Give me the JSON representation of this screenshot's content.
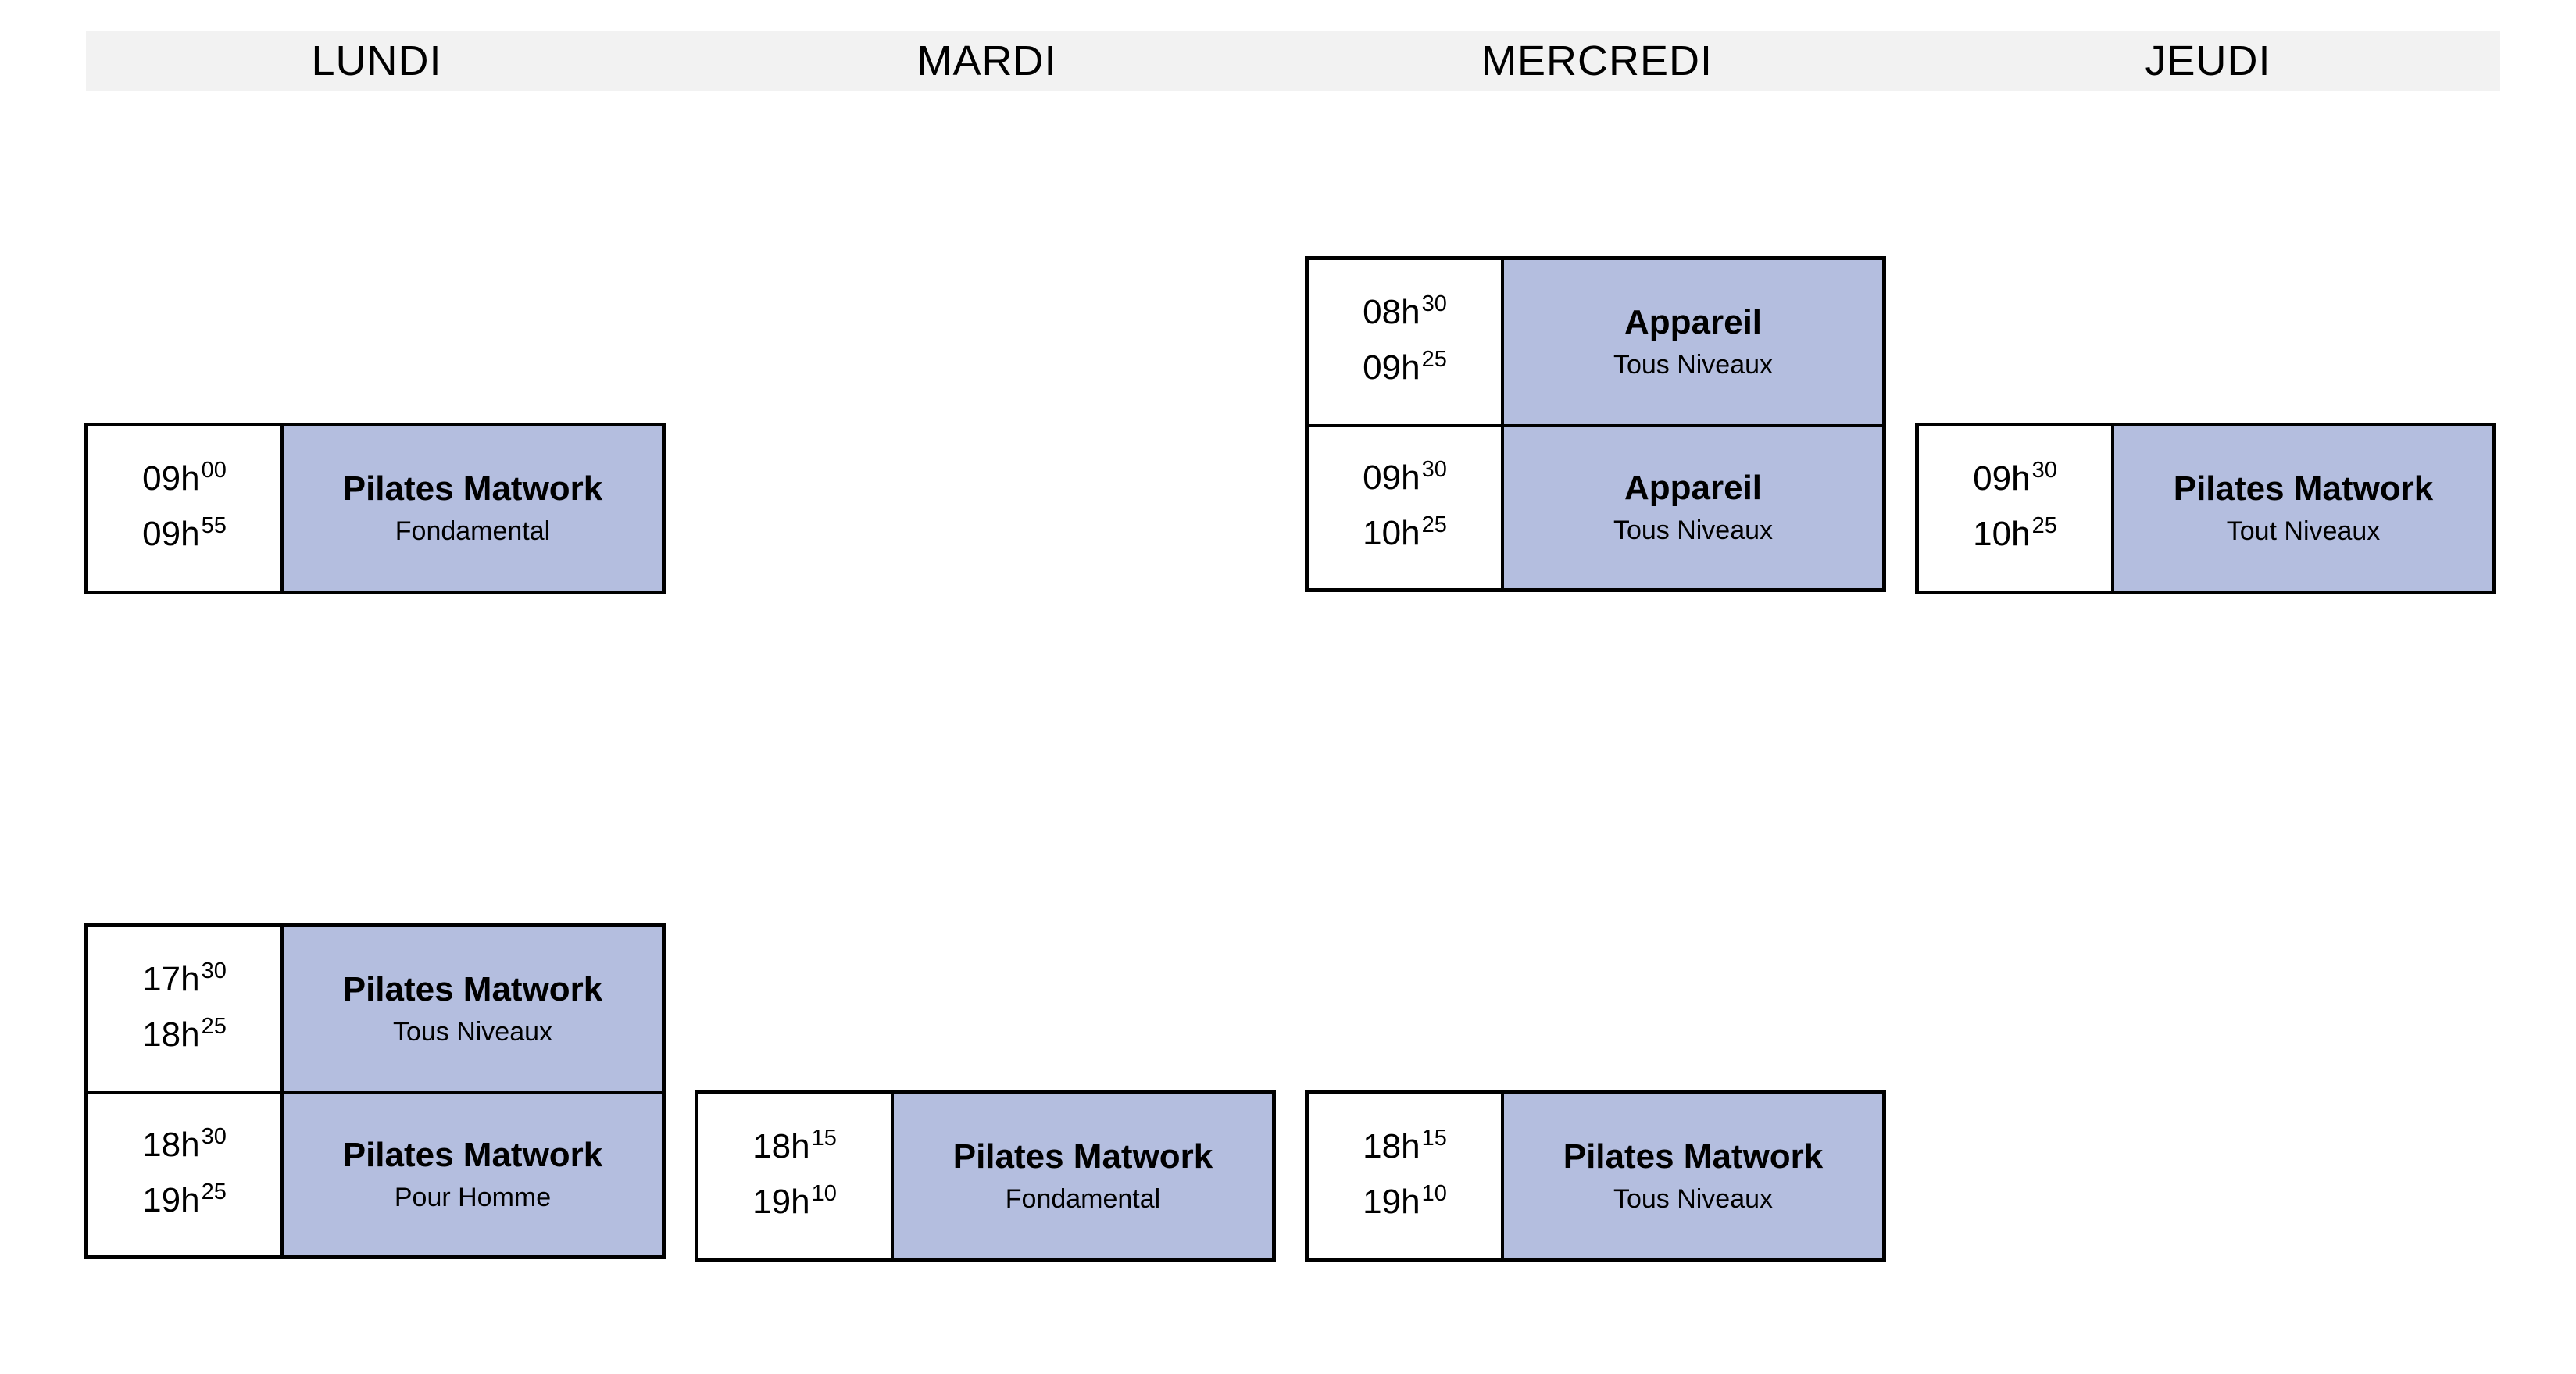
{
  "days": [
    "LUNDI",
    "MARDI",
    "MERCREDI",
    "JEUDI"
  ],
  "blocks": {
    "lundi_am": [
      {
        "start_h": "09h",
        "start_m": "00",
        "end_h": "09h",
        "end_m": "55",
        "name": "Pilates Matwork",
        "level": "Fondamental"
      }
    ],
    "lundi_pm": [
      {
        "start_h": "17h",
        "start_m": "30",
        "end_h": "18h",
        "end_m": "25",
        "name": "Pilates Matwork",
        "level": "Tous Niveaux"
      },
      {
        "start_h": "18h",
        "start_m": "30",
        "end_h": "19h",
        "end_m": "25",
        "name": "Pilates Matwork",
        "level": "Pour Homme"
      }
    ],
    "mardi_pm": [
      {
        "start_h": "18h",
        "start_m": "15",
        "end_h": "19h",
        "end_m": "10",
        "name": "Pilates Matwork",
        "level": "Fondamental"
      }
    ],
    "mercredi_am": [
      {
        "start_h": "08h",
        "start_m": "30",
        "end_h": "09h",
        "end_m": "25",
        "name": "Appareil",
        "level": "Tous Niveaux"
      },
      {
        "start_h": "09h",
        "start_m": "30",
        "end_h": "10h",
        "end_m": "25",
        "name": "Appareil",
        "level": "Tous Niveaux"
      }
    ],
    "mercredi_pm": [
      {
        "start_h": "18h",
        "start_m": "15",
        "end_h": "19h",
        "end_m": "10",
        "name": "Pilates Matwork",
        "level": "Tous Niveaux"
      }
    ],
    "jeudi_am": [
      {
        "start_h": "09h",
        "start_m": "30",
        "end_h": "10h",
        "end_m": "25",
        "name": "Pilates Matwork",
        "level": "Tout Niveaux"
      }
    ]
  },
  "colors": {
    "class_fill": "#b4bedf",
    "header_bar": "#f2f2f2"
  }
}
